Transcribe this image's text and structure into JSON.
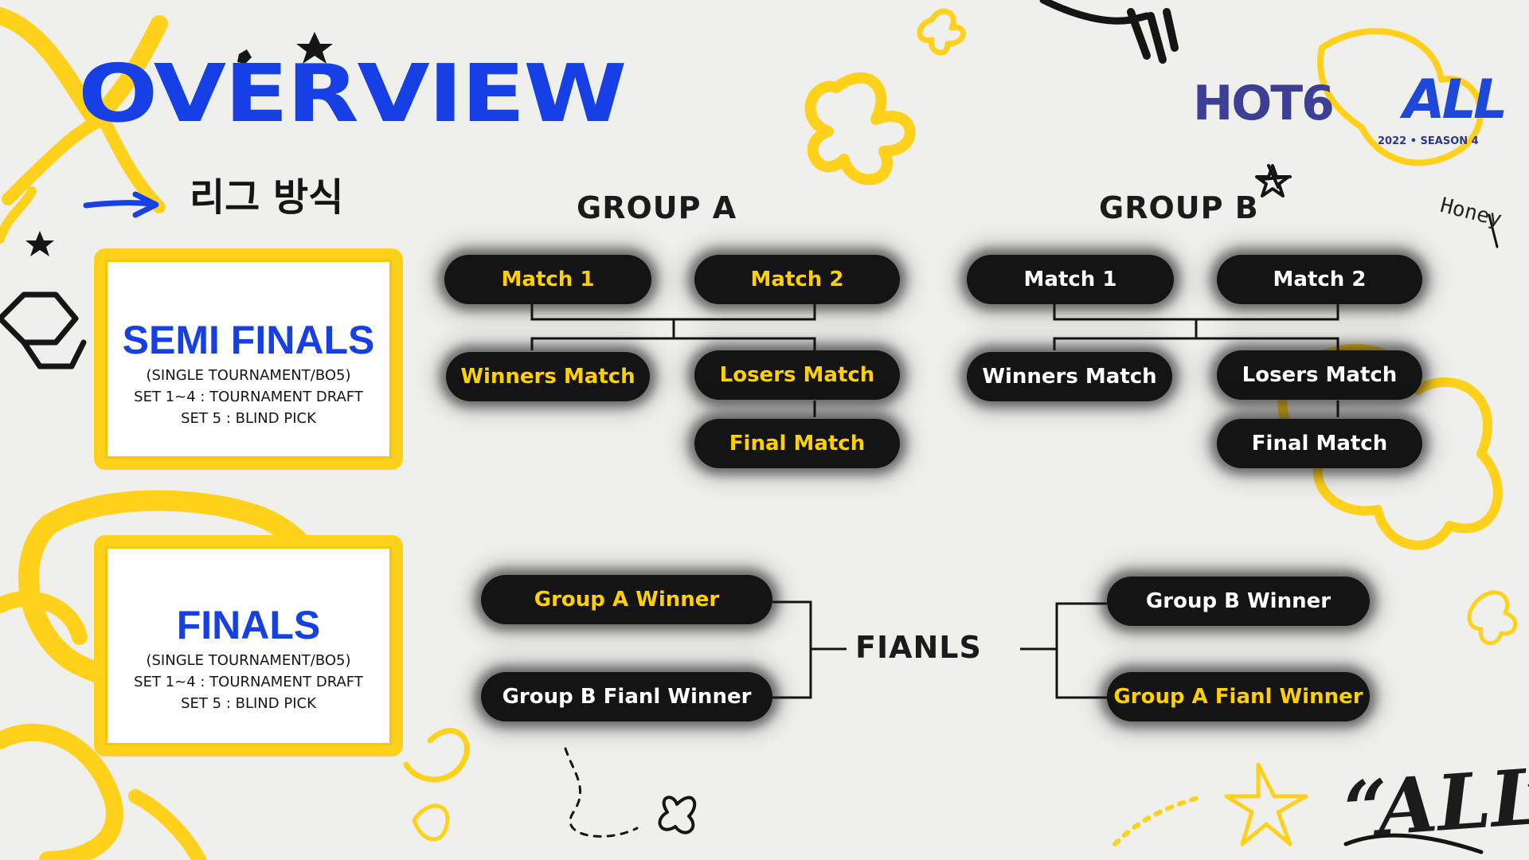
{
  "header": {
    "title": "OVERVIEW",
    "subtitle": "리그 방식"
  },
  "logo": {
    "main": "HOT6",
    "brand": "ALL",
    "season": "2022 • SEASON 4"
  },
  "doodles": {
    "honey": "Honey",
    "all_quote": "“ALL”"
  },
  "panels": [
    {
      "heading": "SEMI FINALS",
      "lines": [
        "(SINGLE TOURNAMENT/BO5)",
        "SET 1~4 : TOURNAMENT DRAFT",
        "SET 5 : BLIND PICK"
      ]
    },
    {
      "heading": "FINALS",
      "lines": [
        "(SINGLE TOURNAMENT/BO5)",
        "SET 1~4 : TOURNAMENT DRAFT",
        "SET 5 : BLIND PICK"
      ]
    }
  ],
  "groups": [
    {
      "title": "GROUP A",
      "match1": "Match 1",
      "match2": "Match 2",
      "winners": "Winners Match",
      "losers": "Losers Match",
      "final": "Final Match"
    },
    {
      "title": "GROUP B",
      "match1": "Match 1",
      "match2": "Match 2",
      "winners": "Winners Match",
      "losers": "Losers Match",
      "final": "Final Match"
    }
  ],
  "finals_bracket": {
    "label": "FIANLS",
    "left": [
      "Group A Winner",
      "Group B Fianl Winner"
    ],
    "right": [
      "Group B Winner",
      "Group A Fianl Winner"
    ]
  },
  "colors": {
    "accent_blue": "#1640e6",
    "highlight_yellow": "#ffd000",
    "node_black": "#141414",
    "panel_border": "#ffd11a"
  }
}
